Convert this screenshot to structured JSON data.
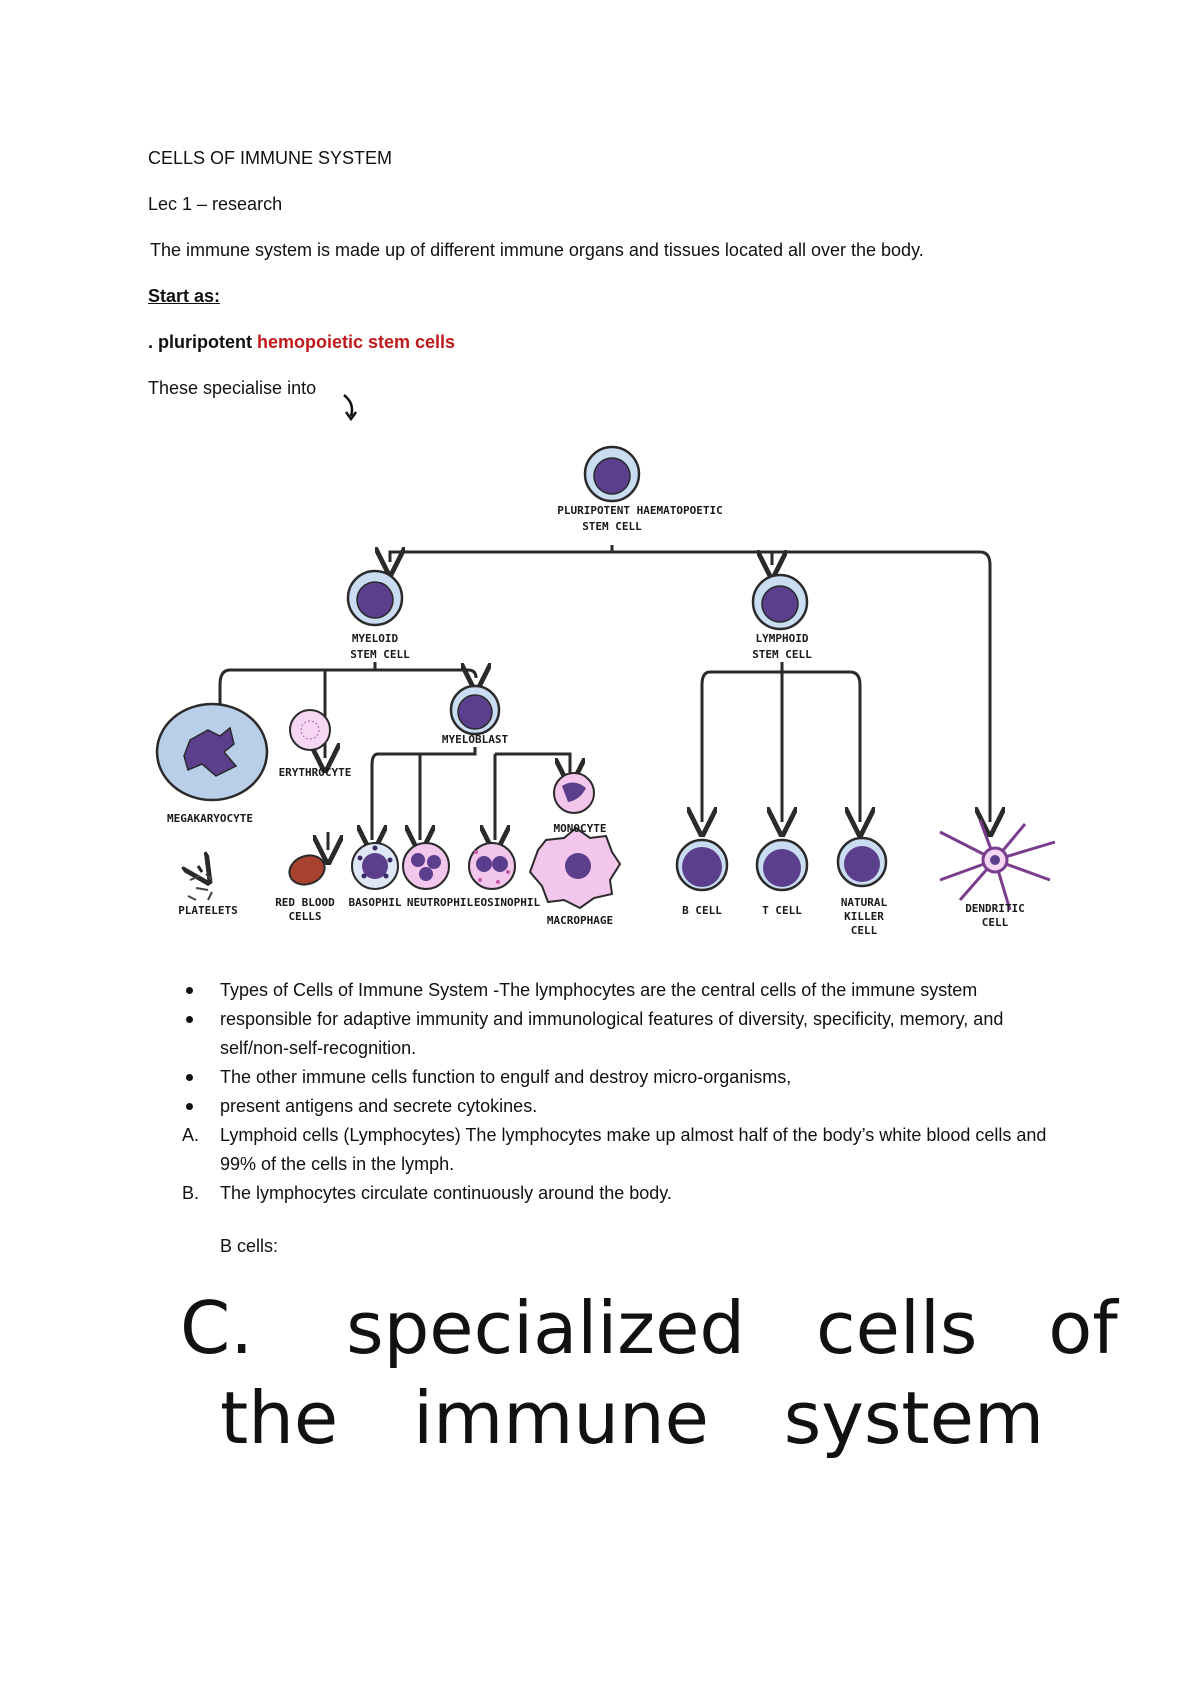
{
  "doc": {
    "title": "CELLS OF IMMUNE SYSTEM",
    "lecture": "Lec 1 – research",
    "intro": "The immune system is made up of different immune organs and tissues located all over the body.",
    "start_heading": "Start as:",
    "stem_prefix": ". pluripotent ",
    "stem_highlight": "hemopoietic stem cells",
    "specialise": "These specialise into"
  },
  "diagram": {
    "root": "PLURIPOTENT HAEMATOPOETIC",
    "root2": "STEM CELL",
    "myeloid": "MYELOID",
    "myeloid2": "STEM CELL",
    "lymphoid": "LYMPHOID",
    "lymphoid2": "STEM CELL",
    "myeloblast": "MYELOBLAST",
    "megakaryocyte": "MEGAKARYOCYTE",
    "platelets": "PLATELETS",
    "erythrocyte": "ERYTHROCYTE",
    "rbc": "RED BLOOD",
    "rbc2": "CELLS",
    "basophil": "BASOPHIL",
    "neutrophil": "NEUTROPHIL",
    "eosinophil": "EOSINOPHIL",
    "monocyte": "MONOCYTE",
    "macrophage": "MACROPHAGE",
    "bcell": "B CELL",
    "tcell": "T CELL",
    "nk1": "NATURAL",
    "nk2": "KILLER",
    "nk3": "CELL",
    "dendritic": "DENDRITIC",
    "dendritic2": "CELL",
    "colors": {
      "nucleus": "#5b3f8c",
      "cell_outer": "#b9cfe9",
      "line": "#2a2a2a",
      "rbc": "#a8412f",
      "pink": "#f3c6ec"
    }
  },
  "list": {
    "b1": "Types of Cells of Immune System -The lymphocytes are the central cells of the immune system",
    "b2": "responsible for adaptive immunity and immunological features of diversity, specificity, memory, and self/non-self-recognition.",
    "b3": "The other immune cells function to engulf and destroy micro-organisms,",
    "b4": "present antigens and secrete cytokines.",
    "a_marker": "A.",
    "a_text": "Lymphoid cells (Lymphocytes) The lymphocytes make up almost half of the body’s white blood cells and 99% of the cells in the lymph.",
    "b_marker": "B.",
    "b_text": "The lymphocytes circulate continuously around the body.",
    "b_cells": "B cells:"
  },
  "heading": {
    "c_marker": "C.",
    "w1": "specialized",
    "w2": "cells",
    "w3": "of",
    "w4": "the",
    "w5": "immune",
    "w6": "system"
  }
}
